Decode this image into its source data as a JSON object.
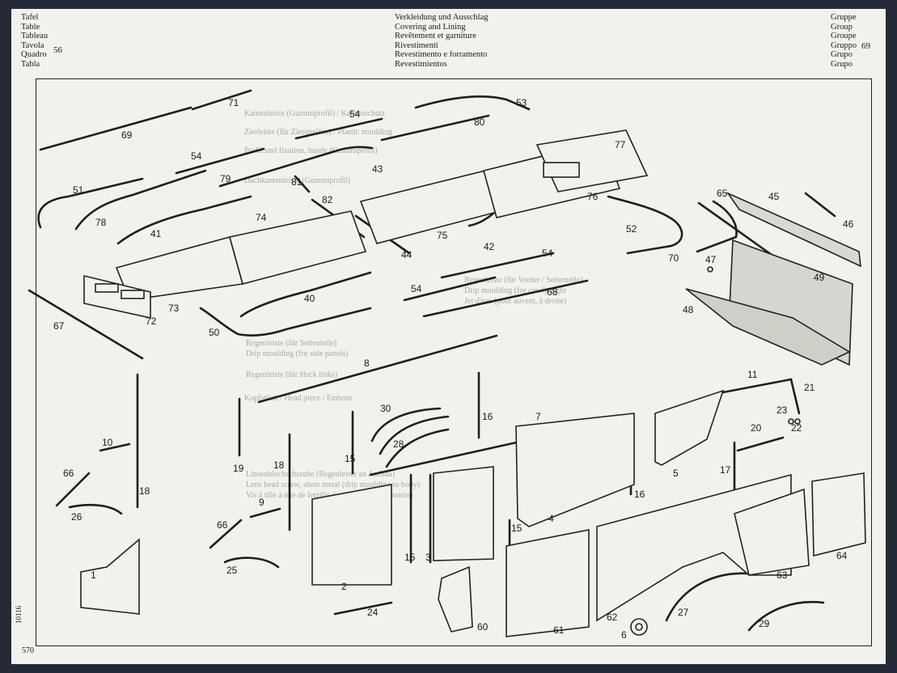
{
  "header": {
    "left_labels": [
      "Tafel",
      "Table",
      "Tableau",
      "Tavola",
      "Quadro",
      "Tabla"
    ],
    "left_number": "56",
    "titles": [
      "Verkleidung und Ausschlag",
      "Covering and Lining",
      "Revêtement et garniture",
      "Rivestimenti",
      "Revestimento e forramento",
      "Revestimientos"
    ],
    "right_labels": [
      "Gruppe",
      "Group",
      "Groupe",
      "Gruppo",
      "Grupo",
      "Grupo"
    ],
    "right_number": "69"
  },
  "bleed_text": [
    "Kantenleiste (Gummiprofil) / Kantenschutz",
    "Zierleiste (für Zierstreifen) / Plastic moulding",
    "Profil und fixation, bande (Gummiprofil)",
    "Dachkantenleiste (Gummiprofil)",
    "Regenleiste (für Vorder / Seitenteile)",
    "Drip moulding (for cowl), right",
    "Jet d'eau (pour auvent, à droite)",
    "Regenleiste (für Seitenteile)",
    "Drip moulding (for side panels)",
    "Regenleiste (für Heck links)",
    "Kopfstück / Head piece / Embout",
    "Linsenblechschraube (Regenleiste an Aufbau)",
    "Lens head screw, sheet metal (drip moulding to body)",
    "Vis à tôle à tête de lentille (jet d'eau sur carrosserie)"
  ],
  "parts": [
    "1",
    "2",
    "3",
    "4",
    "5",
    "6",
    "7",
    "8",
    "9",
    "10",
    "11",
    "15",
    "16",
    "17",
    "18",
    "19",
    "20",
    "21",
    "22",
    "23",
    "24",
    "25",
    "26",
    "27",
    "28",
    "29",
    "30",
    "40",
    "41",
    "42",
    "43",
    "44",
    "45",
    "46",
    "47",
    "48",
    "49",
    "50",
    "51",
    "52",
    "53",
    "54",
    "60",
    "61",
    "62",
    "63",
    "64",
    "65",
    "66",
    "67",
    "68",
    "69",
    "70",
    "71",
    "72",
    "73",
    "74",
    "75",
    "76",
    "77",
    "78",
    "79",
    "80",
    "81",
    "82"
  ],
  "footer": {
    "side_code": "10116",
    "page_number": "570"
  }
}
